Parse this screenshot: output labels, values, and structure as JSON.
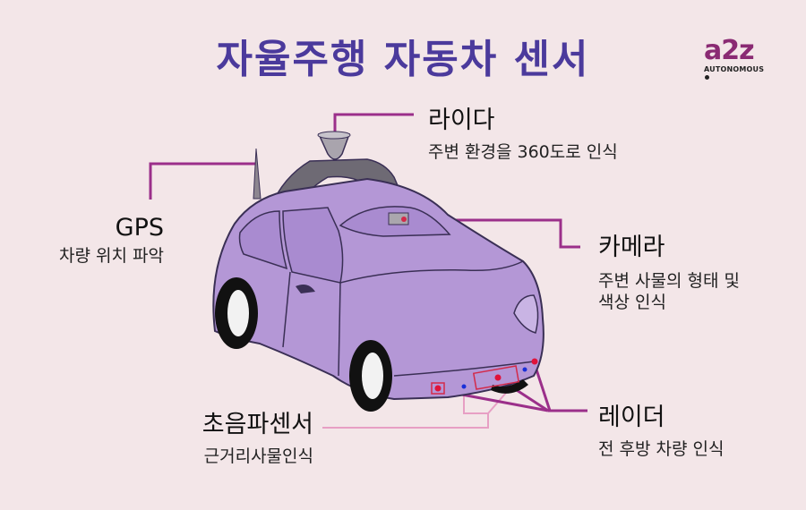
{
  "header": {
    "title": "자율주행 자동차 센서"
  },
  "logo": {
    "mark": "a2z",
    "sub": "AUTONOMOUS"
  },
  "sensors": {
    "lidar": {
      "name": "라이다",
      "desc": "주변 환경을 360도로 인식"
    },
    "gps": {
      "name": "GPS",
      "desc": "차량 위치 파악"
    },
    "camera": {
      "name": "카메라",
      "desc_line1": "주변 사물의 형태 및",
      "desc_line2": "색상 인식"
    },
    "ultrasonic": {
      "name": "초음파센서",
      "desc": "근거리사물인식"
    },
    "radar": {
      "name": "레이더",
      "desc": "전 후방 차량 인식"
    }
  },
  "colors": {
    "title": "#4b3a9c",
    "callout": "#9b2f8a",
    "car_body": "#b497d6",
    "car_outline": "#3a2f55",
    "ultrasonic_line": "#e79fc4",
    "background": "#f3e6e8"
  }
}
